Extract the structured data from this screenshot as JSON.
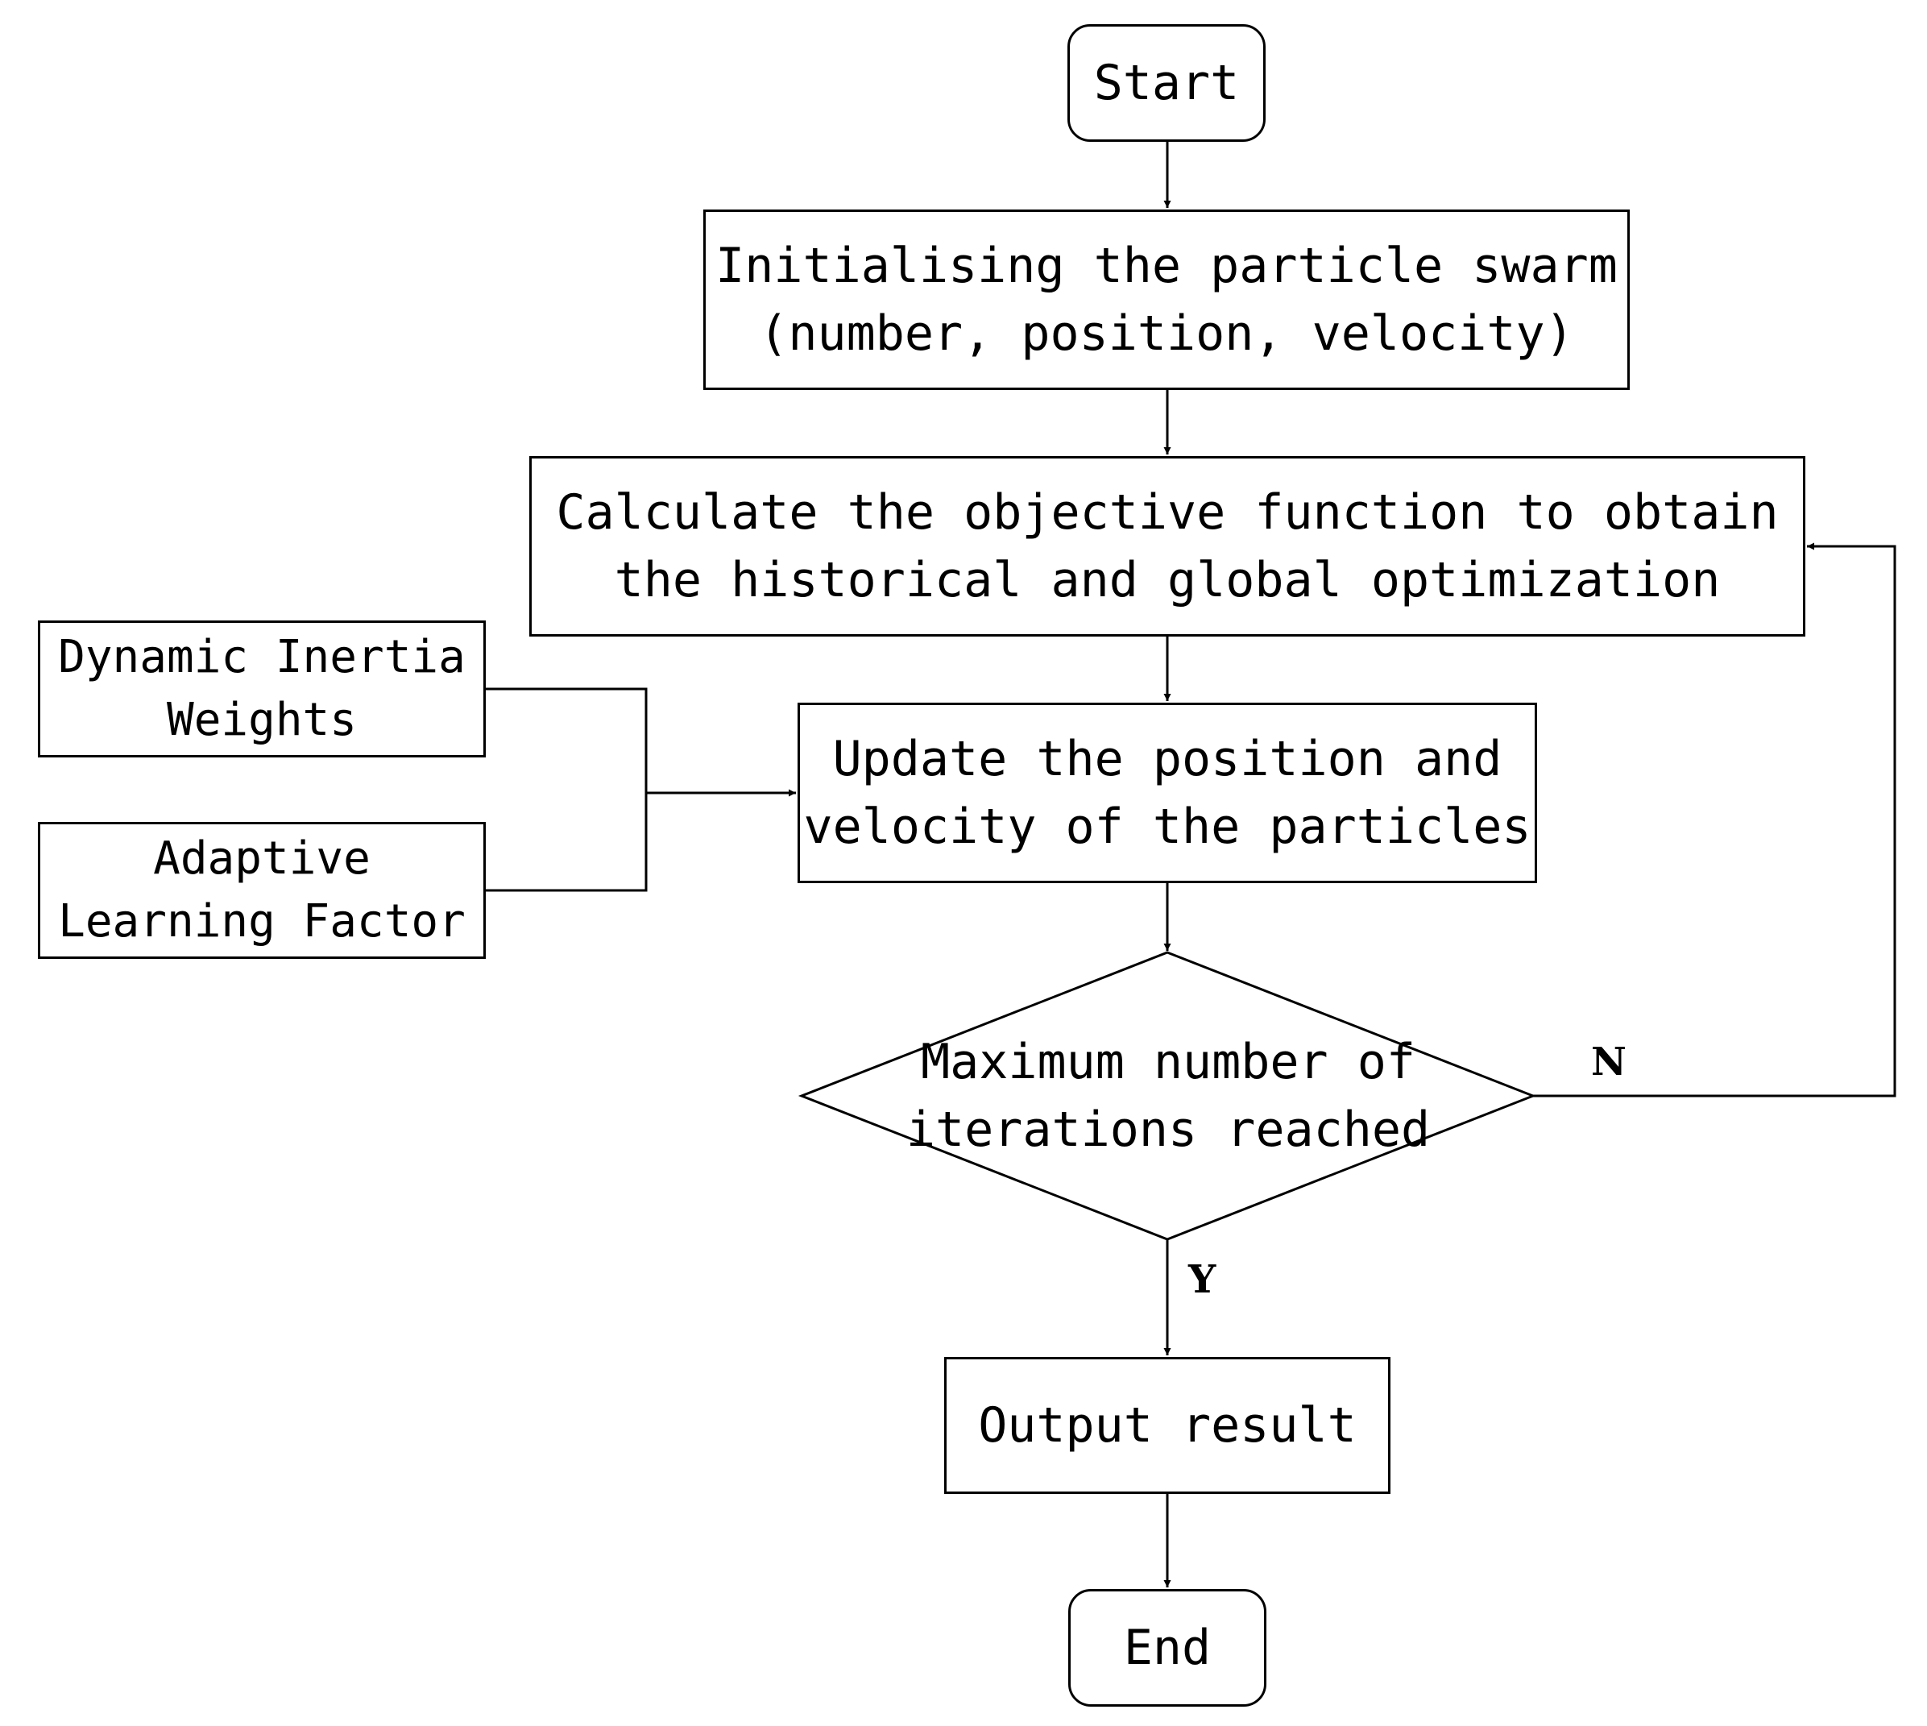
{
  "nodes": {
    "start": "Start",
    "init": [
      "Initialising the particle swarm",
      "(number, position, velocity)"
    ],
    "calc": [
      "Calculate the objective function to obtain",
      "the historical and global optimization"
    ],
    "update": [
      "Update the position and",
      "velocity of the particles"
    ],
    "inertia": [
      "Dynamic Inertia",
      "Weights"
    ],
    "learning": [
      "Adaptive",
      "Learning Factor"
    ],
    "decision": [
      "Maximum number of",
      "iterations reached"
    ],
    "output": "Output result",
    "end": "End"
  },
  "edges": {
    "no_label": "N",
    "yes_label": "Y"
  },
  "colors": {
    "line": "#000000",
    "background": "#ffffff"
  }
}
